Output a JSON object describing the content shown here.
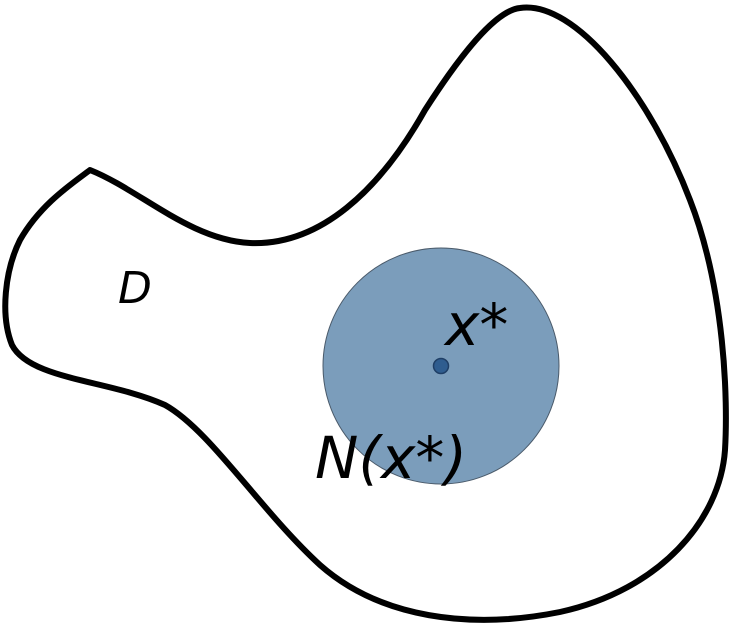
{
  "diagram": {
    "region_label": "D",
    "point_label": "x*",
    "neighborhood_label": "N(x*)"
  },
  "colors": {
    "background": "#ffffff",
    "region_outline": "#000000",
    "neighborhood_fill": "#7b9dbb",
    "neighborhood_stroke": "#4a5a6a",
    "point_fill": "#2f5d8f",
    "point_stroke": "#1f3f66",
    "text": "#000000"
  }
}
